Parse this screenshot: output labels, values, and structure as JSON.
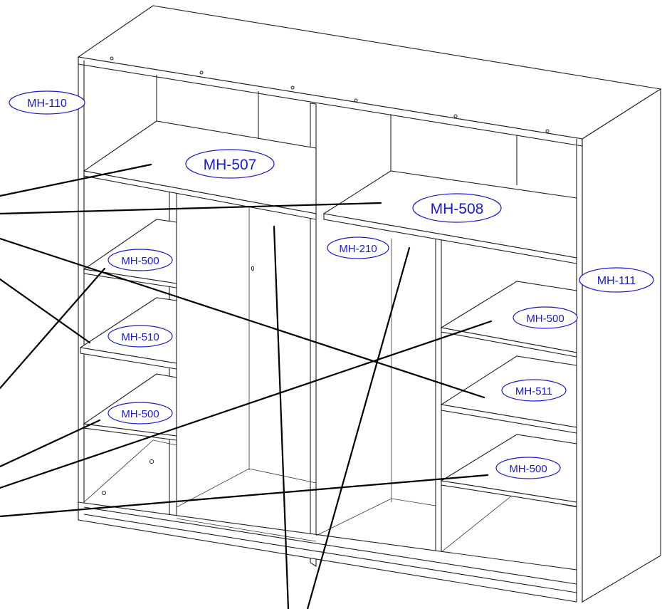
{
  "labels": {
    "mh110": "MH-110",
    "mh507": "MH-507",
    "mh508": "MH-508",
    "mh210": "MH-210",
    "mh111": "MH-111",
    "mh500_a": "MH-500",
    "mh510": "MH-510",
    "mh500_b": "MH-500",
    "mh500_c": "MH-500",
    "mh511": "MH-511",
    "mh500_d": "MH-500"
  },
  "colors": {
    "label": "#1a1ad6",
    "line": "#222222",
    "leader": "#000000"
  }
}
